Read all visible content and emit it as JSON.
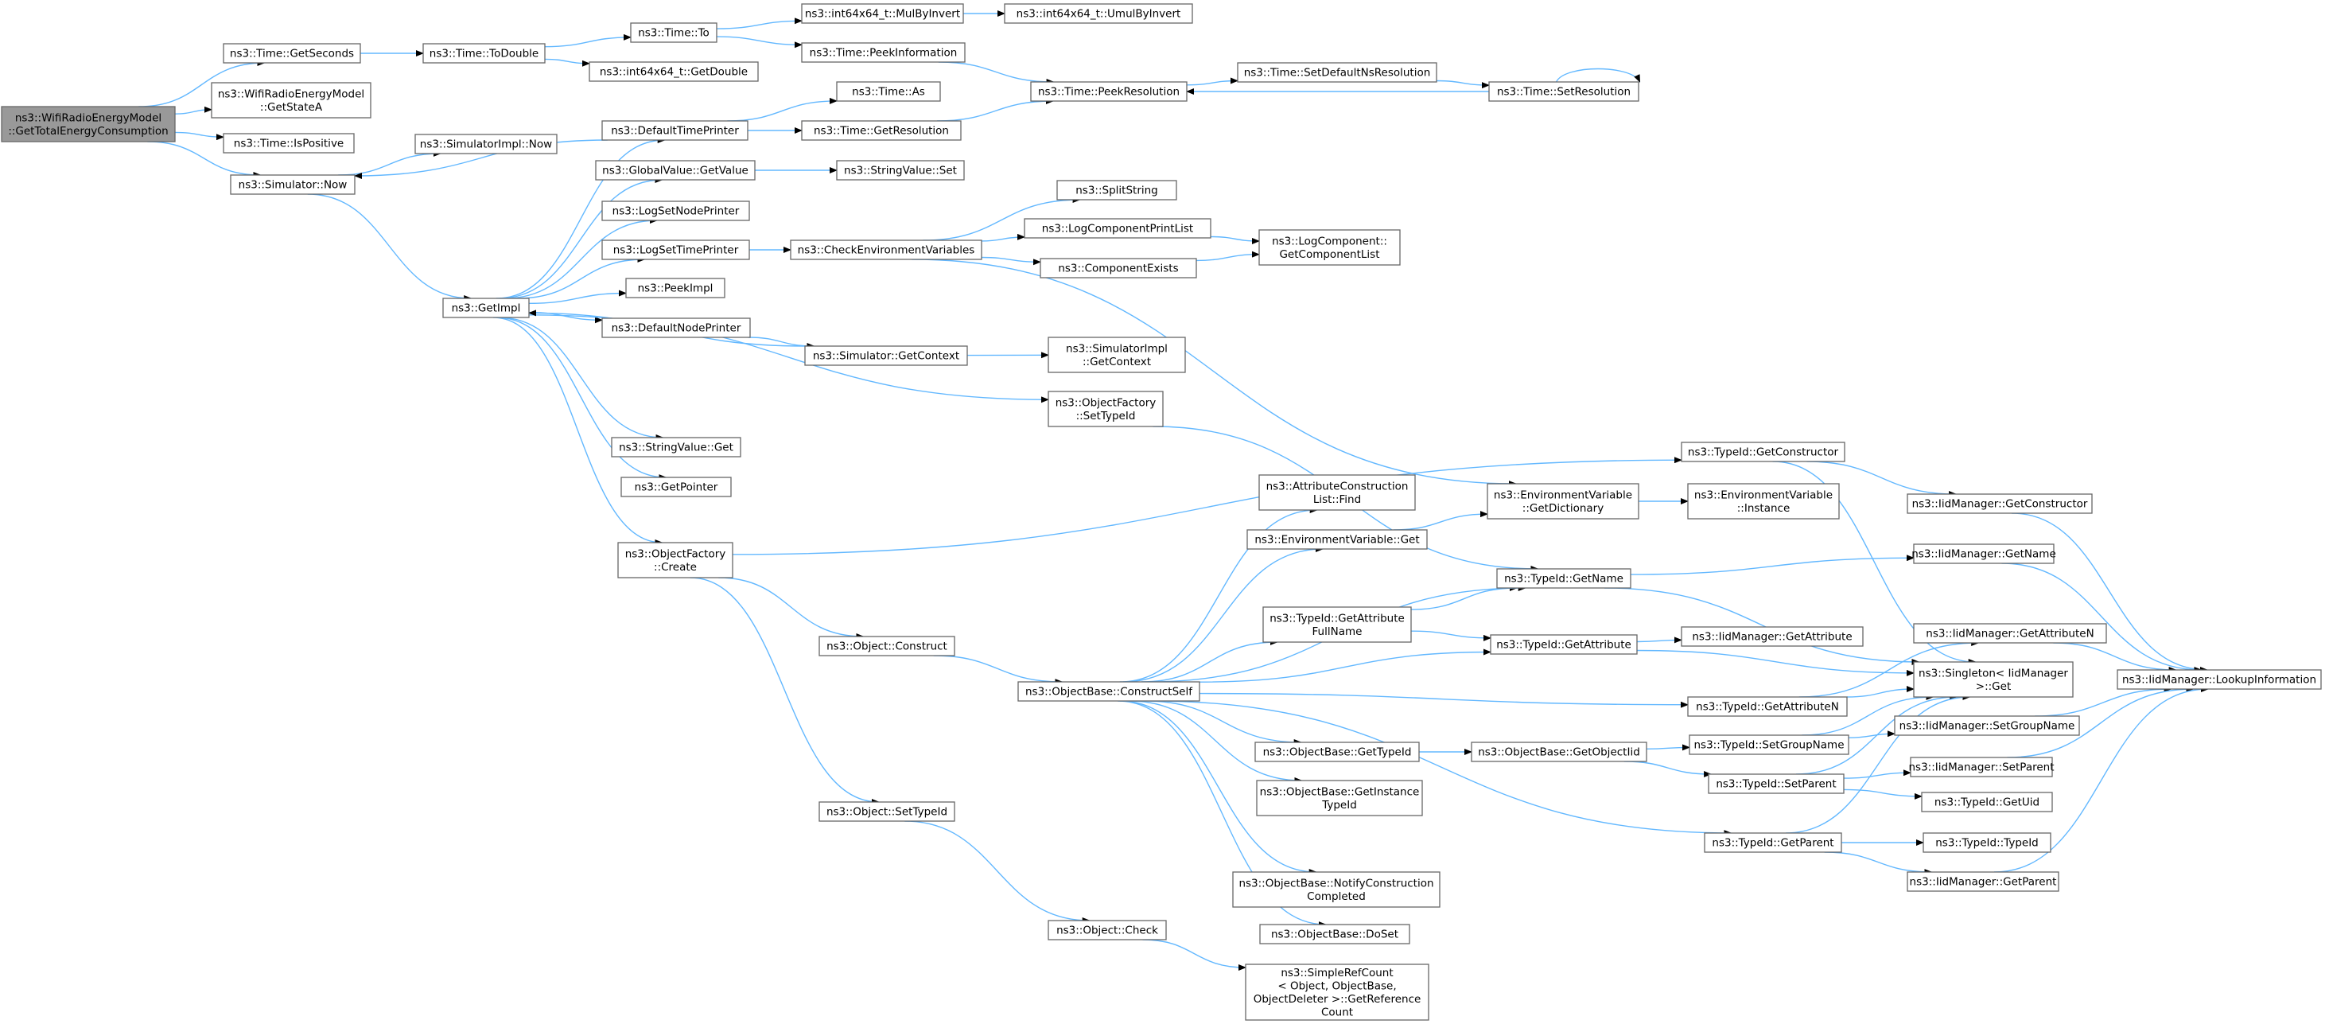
{
  "diagram": {
    "nodes": [
      {
        "id": "root",
        "lines": [
          "ns3::WifiRadioEnergyModel",
          "::GetTotalEnergyConsumption"
        ],
        "root": true
      },
      {
        "id": "getSeconds",
        "lines": [
          "ns3::Time::GetSeconds"
        ]
      },
      {
        "id": "getStateA",
        "lines": [
          "ns3::WifiRadioEnergyModel",
          "::GetStateA"
        ]
      },
      {
        "id": "isPositive",
        "lines": [
          "ns3::Time::IsPositive"
        ]
      },
      {
        "id": "simNow",
        "lines": [
          "ns3::Simulator::Now"
        ]
      },
      {
        "id": "toDouble",
        "lines": [
          "ns3::Time::ToDouble"
        ]
      },
      {
        "id": "timeTo",
        "lines": [
          "ns3::Time::To"
        ]
      },
      {
        "id": "getDouble",
        "lines": [
          "ns3::int64x64_t::GetDouble"
        ]
      },
      {
        "id": "mulByInvert",
        "lines": [
          "ns3::int64x64_t::MulByInvert"
        ]
      },
      {
        "id": "umulByInvert",
        "lines": [
          "ns3::int64x64_t::UmulByInvert"
        ]
      },
      {
        "id": "peekInfo",
        "lines": [
          "ns3::Time::PeekInformation"
        ]
      },
      {
        "id": "peekRes",
        "lines": [
          "ns3::Time::PeekResolution"
        ]
      },
      {
        "id": "setDefNs",
        "lines": [
          "ns3::Time::SetDefaultNsResolution"
        ]
      },
      {
        "id": "setRes",
        "lines": [
          "ns3::Time::SetResolution"
        ]
      },
      {
        "id": "simImplNow",
        "lines": [
          "ns3::SimulatorImpl::Now"
        ]
      },
      {
        "id": "defTimePrinter",
        "lines": [
          "ns3::DefaultTimePrinter"
        ]
      },
      {
        "id": "timeAs",
        "lines": [
          "ns3::Time::As"
        ]
      },
      {
        "id": "getResolution",
        "lines": [
          "ns3::Time::GetResolution"
        ]
      },
      {
        "id": "gvGetValue",
        "lines": [
          "ns3::GlobalValue::GetValue"
        ]
      },
      {
        "id": "svSet",
        "lines": [
          "ns3::StringValue::Set"
        ]
      },
      {
        "id": "logSetNode",
        "lines": [
          "ns3::LogSetNodePrinter"
        ]
      },
      {
        "id": "logSetTime",
        "lines": [
          "ns3::LogSetTimePrinter"
        ]
      },
      {
        "id": "checkEnv",
        "lines": [
          "ns3::CheckEnvironmentVariables"
        ]
      },
      {
        "id": "splitString",
        "lines": [
          "ns3::SplitString"
        ]
      },
      {
        "id": "logCompList",
        "lines": [
          "ns3::LogComponentPrintList"
        ]
      },
      {
        "id": "compExists",
        "lines": [
          "ns3::ComponentExists"
        ]
      },
      {
        "id": "logCompGet",
        "lines": [
          "ns3::LogComponent::",
          "GetComponentList"
        ]
      },
      {
        "id": "getImpl",
        "lines": [
          "ns3::GetImpl"
        ]
      },
      {
        "id": "peekImpl",
        "lines": [
          "ns3::PeekImpl"
        ]
      },
      {
        "id": "defNodePrinter",
        "lines": [
          "ns3::DefaultNodePrinter"
        ]
      },
      {
        "id": "simGetContext",
        "lines": [
          "ns3::Simulator::GetContext"
        ]
      },
      {
        "id": "simImplGetContext",
        "lines": [
          "ns3::SimulatorImpl",
          "::GetContext"
        ]
      },
      {
        "id": "ofSetTypeId",
        "lines": [
          "ns3::ObjectFactory",
          "::SetTypeId"
        ]
      },
      {
        "id": "svGet",
        "lines": [
          "ns3::StringValue::Get"
        ]
      },
      {
        "id": "getPointer",
        "lines": [
          "ns3::GetPointer"
        ]
      },
      {
        "id": "ofCreate",
        "lines": [
          "ns3::ObjectFactory",
          "::Create"
        ]
      },
      {
        "id": "tidGetCtor",
        "lines": [
          "ns3::TypeId::GetConstructor"
        ]
      },
      {
        "id": "iidGetCtor",
        "lines": [
          "ns3::IidManager::GetConstructor"
        ]
      },
      {
        "id": "acFind",
        "lines": [
          "ns3::AttributeConstruction",
          "List::Find"
        ]
      },
      {
        "id": "envGetDict",
        "lines": [
          "ns3::EnvironmentVariable",
          "::GetDictionary"
        ]
      },
      {
        "id": "envInstance",
        "lines": [
          "ns3::EnvironmentVariable",
          "::Instance"
        ]
      },
      {
        "id": "envGet",
        "lines": [
          "ns3::EnvironmentVariable::Get"
        ]
      },
      {
        "id": "tidGetName",
        "lines": [
          "ns3::TypeId::GetName"
        ]
      },
      {
        "id": "iidGetName",
        "lines": [
          "ns3::IidManager::GetName"
        ]
      },
      {
        "id": "tidGetAttrFull",
        "lines": [
          "ns3::TypeId::GetAttribute",
          "FullName"
        ]
      },
      {
        "id": "tidGetAttr",
        "lines": [
          "ns3::TypeId::GetAttribute"
        ]
      },
      {
        "id": "iidGetAttr",
        "lines": [
          "ns3::IidManager::GetAttribute"
        ]
      },
      {
        "id": "iidGetAttrN",
        "lines": [
          "ns3::IidManager::GetAttributeN"
        ]
      },
      {
        "id": "singletonGet",
        "lines": [
          "ns3::Singleton< IidManager",
          ">::Get"
        ]
      },
      {
        "id": "lookupInfo",
        "lines": [
          "ns3::IidManager::LookupInformation"
        ]
      },
      {
        "id": "objConstruct",
        "lines": [
          "ns3::Object::Construct"
        ]
      },
      {
        "id": "constructSelf",
        "lines": [
          "ns3::ObjectBase::ConstructSelf"
        ]
      },
      {
        "id": "tidGetAttrN",
        "lines": [
          "ns3::TypeId::GetAttributeN"
        ]
      },
      {
        "id": "obGetTypeId",
        "lines": [
          "ns3::ObjectBase::GetTypeId"
        ]
      },
      {
        "id": "obGetObjectIid",
        "lines": [
          "ns3::ObjectBase::GetObjectIid"
        ]
      },
      {
        "id": "tidSetGroupName",
        "lines": [
          "ns3::TypeId::SetGroupName"
        ]
      },
      {
        "id": "iidSetGroupName",
        "lines": [
          "ns3::IidManager::SetGroupName"
        ]
      },
      {
        "id": "tidSetParent",
        "lines": [
          "ns3::TypeId::SetParent"
        ]
      },
      {
        "id": "iidSetParent",
        "lines": [
          "ns3::IidManager::SetParent"
        ]
      },
      {
        "id": "tidGetUid",
        "lines": [
          "ns3::TypeId::GetUid"
        ]
      },
      {
        "id": "obGetInstTid",
        "lines": [
          "ns3::ObjectBase::GetInstance",
          "TypeId"
        ]
      },
      {
        "id": "objSetTypeId",
        "lines": [
          "ns3::Object::SetTypeId"
        ]
      },
      {
        "id": "tidGetParent",
        "lines": [
          "ns3::TypeId::GetParent"
        ]
      },
      {
        "id": "tidTypeId",
        "lines": [
          "ns3::TypeId::TypeId"
        ]
      },
      {
        "id": "iidGetParent",
        "lines": [
          "ns3::IidManager::GetParent"
        ]
      },
      {
        "id": "obNotify",
        "lines": [
          "ns3::ObjectBase::NotifyConstruction",
          "Completed"
        ]
      },
      {
        "id": "obDoSet",
        "lines": [
          "ns3::ObjectBase::DoSet"
        ]
      },
      {
        "id": "objCheck",
        "lines": [
          "ns3::Object::Check"
        ]
      },
      {
        "id": "simpleRef",
        "lines": [
          "ns3::SimpleRefCount",
          "< Object, ObjectBase,",
          "ObjectDeleter >::GetReference",
          "Count"
        ]
      }
    ],
    "edges": [
      [
        "root",
        "getSeconds"
      ],
      [
        "root",
        "getStateA"
      ],
      [
        "root",
        "isPositive"
      ],
      [
        "root",
        "simNow"
      ],
      [
        "getSeconds",
        "toDouble"
      ],
      [
        "toDouble",
        "timeTo"
      ],
      [
        "toDouble",
        "getDouble"
      ],
      [
        "timeTo",
        "mulByInvert"
      ],
      [
        "timeTo",
        "peekInfo"
      ],
      [
        "mulByInvert",
        "umulByInvert"
      ],
      [
        "peekInfo",
        "peekRes"
      ],
      [
        "setRes",
        "peekRes"
      ],
      [
        "peekRes",
        "setDefNs"
      ],
      [
        "setDefNs",
        "setRes"
      ],
      [
        "setRes",
        "setRes"
      ],
      [
        "simNow",
        "simImplNow"
      ],
      [
        "simNow",
        "getImpl"
      ],
      [
        "defTimePrinter",
        "simNow"
      ],
      [
        "defTimePrinter",
        "timeAs"
      ],
      [
        "defTimePrinter",
        "getResolution"
      ],
      [
        "getResolution",
        "peekRes"
      ],
      [
        "gvGetValue",
        "svSet"
      ],
      [
        "logSetTime",
        "checkEnv"
      ],
      [
        "checkEnv",
        "splitString"
      ],
      [
        "checkEnv",
        "logCompList"
      ],
      [
        "checkEnv",
        "compExists"
      ],
      [
        "checkEnv",
        "envGetDict"
      ],
      [
        "logCompList",
        "logCompGet"
      ],
      [
        "compExists",
        "logCompGet"
      ],
      [
        "getImpl",
        "defTimePrinter"
      ],
      [
        "getImpl",
        "gvGetValue"
      ],
      [
        "getImpl",
        "logSetNode"
      ],
      [
        "getImpl",
        "logSetTime"
      ],
      [
        "getImpl",
        "peekImpl"
      ],
      [
        "getImpl",
        "defNodePrinter"
      ],
      [
        "getImpl",
        "ofSetTypeId"
      ],
      [
        "getImpl",
        "svGet"
      ],
      [
        "getImpl",
        "getPointer"
      ],
      [
        "getImpl",
        "ofCreate"
      ],
      [
        "defNodePrinter",
        "simGetContext"
      ],
      [
        "simGetContext",
        "getImpl"
      ],
      [
        "simGetContext",
        "simImplGetContext"
      ],
      [
        "ofSetTypeId",
        "tidGetName"
      ],
      [
        "ofCreate",
        "tidGetCtor"
      ],
      [
        "ofCreate",
        "objConstruct"
      ],
      [
        "ofCreate",
        "objSetTypeId"
      ],
      [
        "tidGetCtor",
        "iidGetCtor"
      ],
      [
        "tidGetCtor",
        "singletonGet"
      ],
      [
        "iidGetCtor",
        "lookupInfo"
      ],
      [
        "envGetDict",
        "envInstance"
      ],
      [
        "envGet",
        "envGetDict"
      ],
      [
        "tidGetName",
        "iidGetName"
      ],
      [
        "tidGetName",
        "singletonGet"
      ],
      [
        "iidGetName",
        "lookupInfo"
      ],
      [
        "tidGetAttrFull",
        "tidGetName"
      ],
      [
        "tidGetAttrFull",
        "tidGetAttr"
      ],
      [
        "tidGetAttr",
        "iidGetAttr"
      ],
      [
        "tidGetAttr",
        "singletonGet"
      ],
      [
        "iidGetAttrN",
        "lookupInfo"
      ],
      [
        "objConstruct",
        "constructSelf"
      ],
      [
        "constructSelf",
        "acFind"
      ],
      [
        "constructSelf",
        "envGet"
      ],
      [
        "constructSelf",
        "tidGetName"
      ],
      [
        "constructSelf",
        "tidGetAttrFull"
      ],
      [
        "constructSelf",
        "tidGetAttr"
      ],
      [
        "constructSelf",
        "tidGetAttrN"
      ],
      [
        "constructSelf",
        "obGetTypeId"
      ],
      [
        "constructSelf",
        "obGetInstTid"
      ],
      [
        "constructSelf",
        "tidGetParent"
      ],
      [
        "constructSelf",
        "obNotify"
      ],
      [
        "constructSelf",
        "obDoSet"
      ],
      [
        "tidGetAttrN",
        "iidGetAttrN"
      ],
      [
        "tidGetAttrN",
        "singletonGet"
      ],
      [
        "obGetTypeId",
        "obGetObjectIid"
      ],
      [
        "obGetObjectIid",
        "tidSetGroupName"
      ],
      [
        "obGetObjectIid",
        "tidSetParent"
      ],
      [
        "tidSetGroupName",
        "iidSetGroupName"
      ],
      [
        "tidSetGroupName",
        "singletonGet"
      ],
      [
        "iidSetGroupName",
        "lookupInfo"
      ],
      [
        "tidSetParent",
        "iidSetParent"
      ],
      [
        "tidSetParent",
        "tidGetUid"
      ],
      [
        "tidSetParent",
        "singletonGet"
      ],
      [
        "iidSetParent",
        "lookupInfo"
      ],
      [
        "tidGetParent",
        "tidTypeId"
      ],
      [
        "tidGetParent",
        "iidGetParent"
      ],
      [
        "tidGetParent",
        "singletonGet"
      ],
      [
        "iidGetParent",
        "lookupInfo"
      ],
      [
        "objSetTypeId",
        "objCheck"
      ],
      [
        "objCheck",
        "simpleRef"
      ]
    ]
  }
}
